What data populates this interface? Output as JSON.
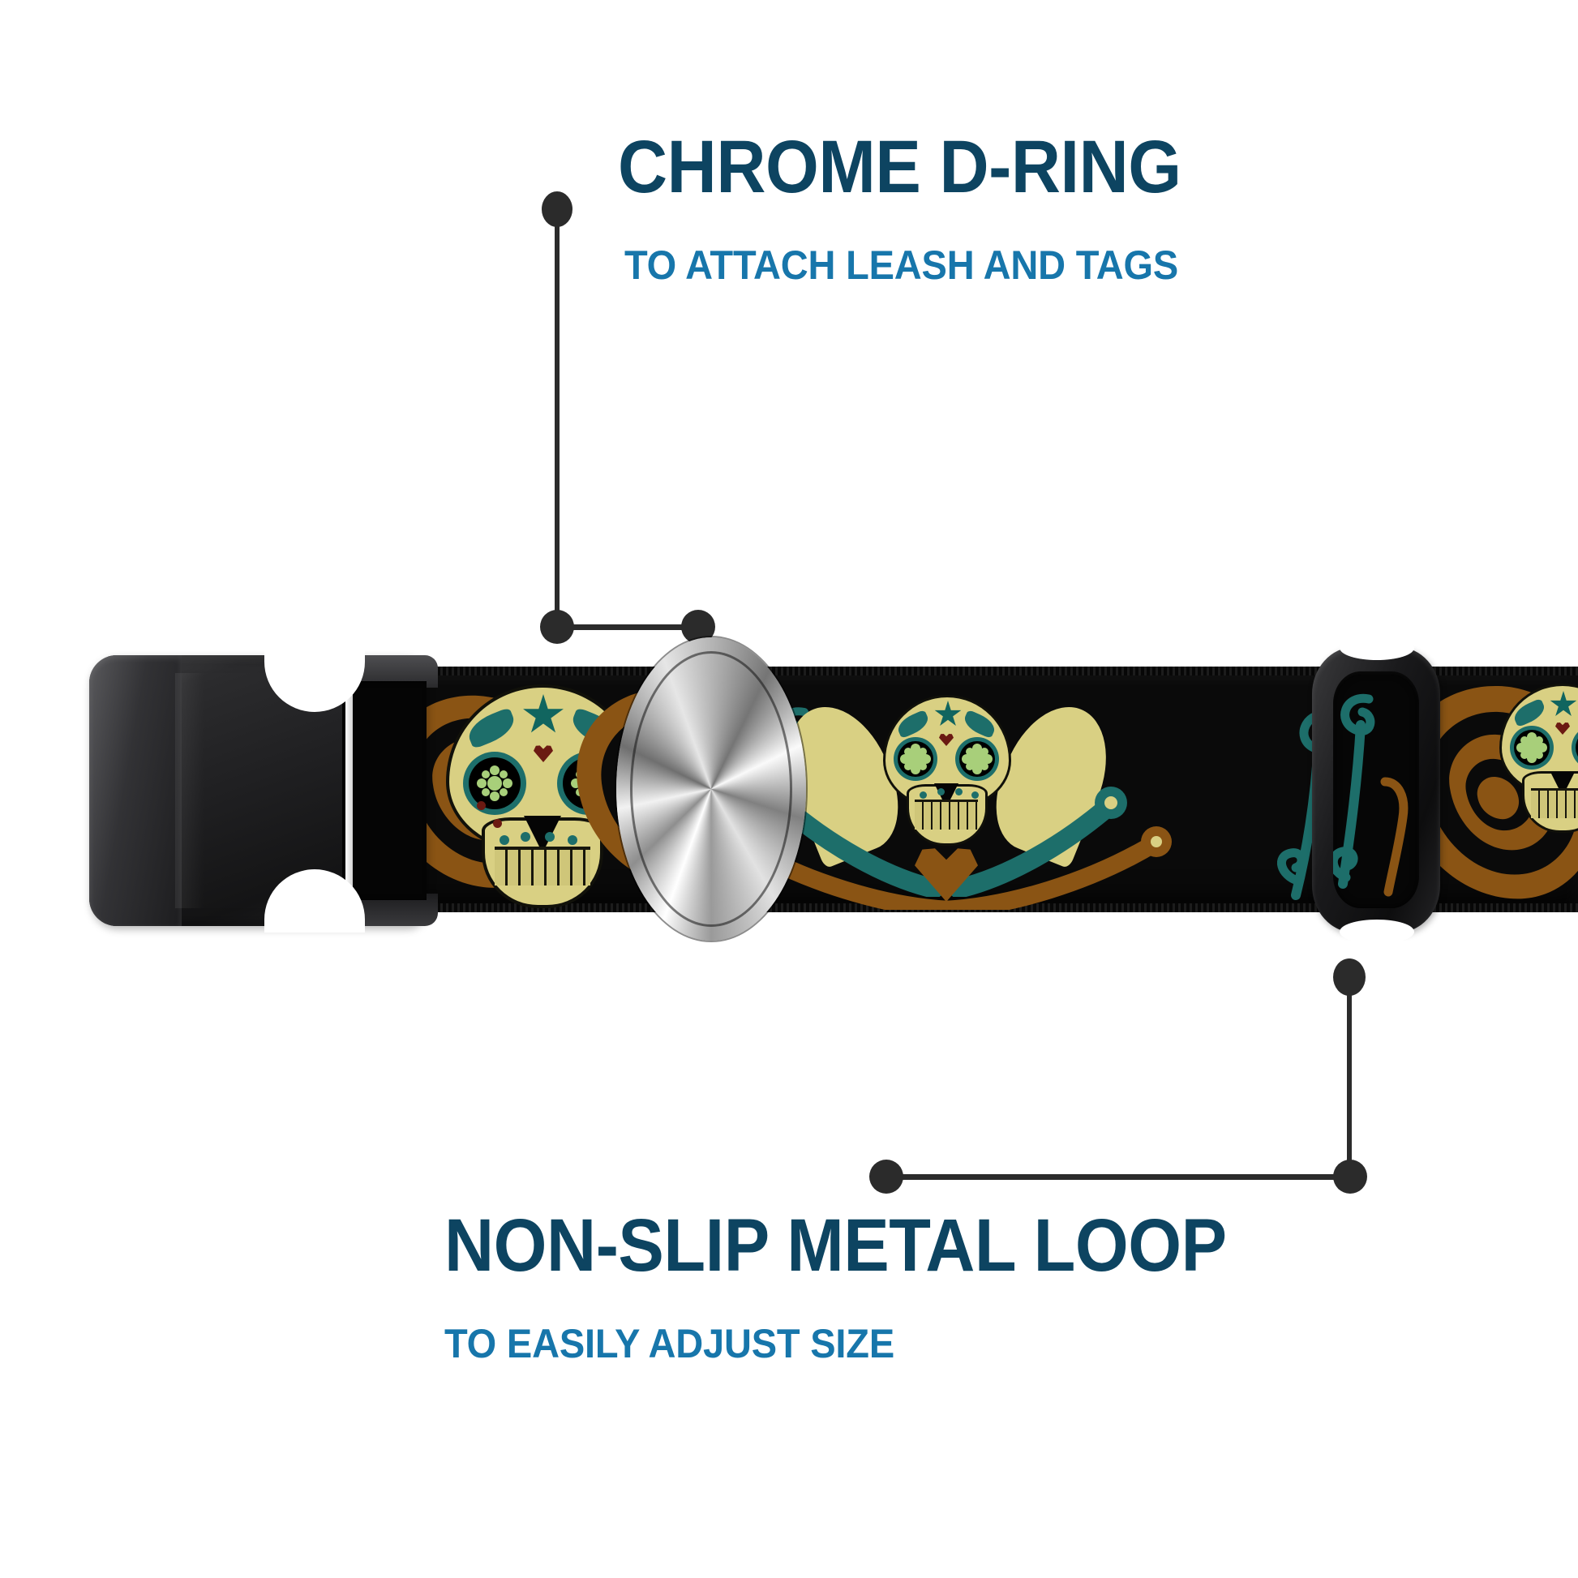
{
  "page": {
    "background": "#ffffff",
    "type": "product-feature-infographic",
    "product": "patterned dog collar"
  },
  "theme": {
    "title_color": "#0d4461",
    "subtitle_color": "#1776ab",
    "leader_color": "#2b2b2b",
    "strap_color": "#0a0a0a",
    "art_cream": "#d9d083",
    "art_brown": "#8a5414",
    "art_teal": "#1d6e6a",
    "art_green": "#a8cf7a",
    "chrome": "#9d9d9d",
    "buckle_black": "#202022"
  },
  "callouts": [
    {
      "id": "chrome-d-ring",
      "title": "CHROME D-RING",
      "subtitle": "TO ATTACH LEASH AND TAGS",
      "position": "top",
      "points_to": "d-ring"
    },
    {
      "id": "non-slip-metal-loop",
      "title": "NON-SLIP METAL LOOP",
      "subtitle": "TO EASILY ADJUST SIZE",
      "position": "bottom",
      "points_to": "metal-loop"
    }
  ],
  "hardware": [
    {
      "name": "side-release-buckle",
      "material": "black plastic"
    },
    {
      "name": "d-ring",
      "material": "chrome"
    },
    {
      "name": "metal-loop",
      "material": "black coated metal"
    }
  ],
  "artwork": {
    "theme": "sugar skull / day of the dead with roses",
    "motifs": [
      "sugar-skull",
      "rose",
      "teardrop-flourish",
      "swoosh",
      "heart",
      "filigree-swirl"
    ]
  }
}
